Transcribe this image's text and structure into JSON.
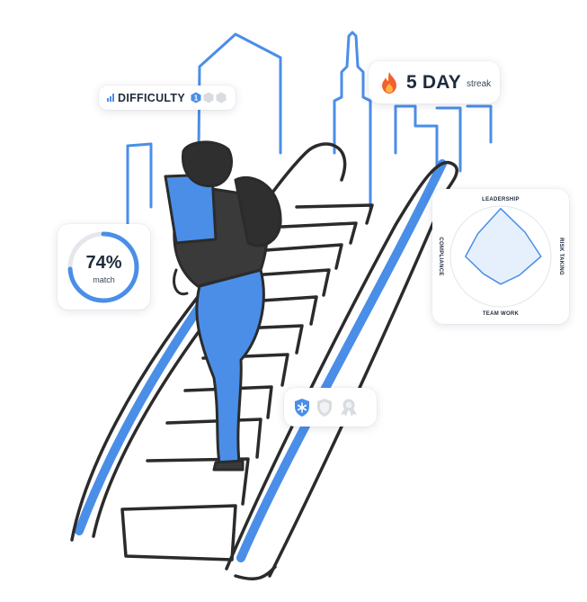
{
  "difficulty": {
    "label": "DIFFICULTY",
    "level": "1",
    "level_value": 1,
    "level_max": 3
  },
  "streak": {
    "value": "5 DAY",
    "unit": "streak",
    "icon": "flame-icon"
  },
  "match": {
    "percent_label": "74%",
    "percent_value": 74,
    "caption": "match"
  },
  "radar": {
    "axes": [
      "LEADERSHIP",
      "RISK TAKING",
      "TEAM WORK",
      "COMPLIANCE"
    ],
    "values": [
      0.95,
      0.8,
      0.55,
      0.7
    ]
  },
  "badges": {
    "count": 3,
    "earned": 1,
    "icons": [
      "shield-star-icon",
      "shield-icon",
      "award-ribbon-icon"
    ]
  },
  "colors": {
    "accent": "#4a8ee8",
    "ink": "#2b2b2b",
    "text": "#1f2b3d",
    "flame": "#f0612b",
    "muted": "#c9cdd3"
  }
}
